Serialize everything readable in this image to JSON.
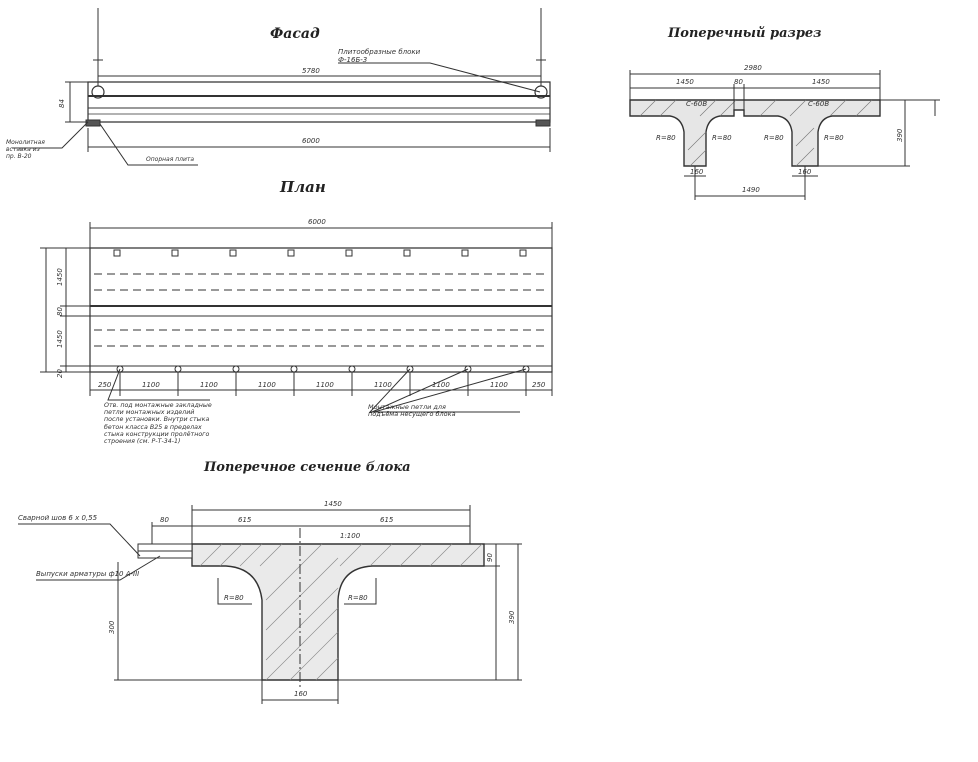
{
  "titles": {
    "facade": "Фасад",
    "cross_cut": "Поперечный разрез",
    "plan": "План",
    "block_section": "Поперечное сечение блока"
  },
  "facade": {
    "callout_top_right": "Плитообразные блоки\nФ-16Б-3",
    "callout_left": "Монолитная\nвставка из\nпр. В-20",
    "callout_bottom": "Опорная плита",
    "dim_top": "5780",
    "dim_bottom": "6000",
    "dim_height": "84"
  },
  "cross_cut": {
    "dim_total": "2980",
    "dim_left": "1450",
    "dim_center": "80",
    "dim_right": "1450",
    "dim_web_spacing": "1490",
    "dim_web_left": "160",
    "dim_web_right": "160",
    "dim_height": "390",
    "radius_labels": [
      "R=80",
      "R=80",
      "R=80",
      "R=80"
    ],
    "label_joint_left": "С-60В",
    "label_joint_right": "С-60В"
  },
  "plan": {
    "dim_total": "6000",
    "spans": [
      "250",
      "1100",
      "1100",
      "1100",
      "1100",
      "1100",
      "1100",
      "1100",
      "250"
    ],
    "side_dims": [
      "1450",
      "80",
      "1450",
      "20"
    ],
    "note_left": "Отв. под монтажные закладные\nпетли монтажных изделий\nпосле установки. Внутри стыка\nбетон класса В25 в пределах\nстыка конструкции пролётного\nстроения (см. Р-Т-34-1)",
    "note_right": "Монтажные петли для\nподъёма несущего блока"
  },
  "block_section": {
    "callout_weld": "Сварной шов 6 х 0,55",
    "callout_rebar": "Выпуски арматуры ф10 А-III",
    "dim_total": "1450",
    "dim_overhang": "80",
    "dim_left_flange": "615",
    "dim_right_flange": "615",
    "dim_web": "160",
    "dim_flange_thk": "90",
    "dim_height": "390",
    "dim_depth_left": "300",
    "label_radius_left": "R=80",
    "label_radius_right": "R=80",
    "label_top": "1:100"
  }
}
